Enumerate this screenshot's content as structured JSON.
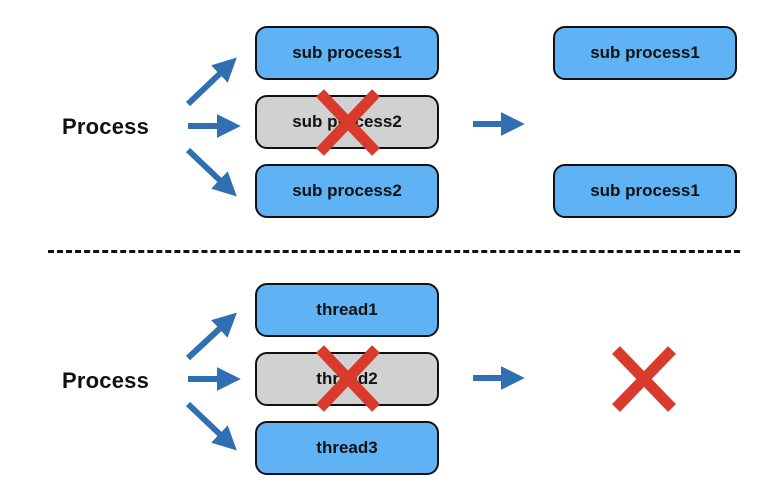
{
  "top": {
    "label": "Process",
    "children": [
      "sub process1",
      "sub process2",
      "sub process2"
    ],
    "results": [
      "sub process1",
      "sub process1"
    ]
  },
  "bottom": {
    "label": "Process",
    "children": [
      "thread1",
      "thread2",
      "thread3"
    ]
  },
  "colors": {
    "active_box": "#5fb3f5",
    "failed_box": "#d1d1d1",
    "arrow": "#2f6fb2",
    "cross": "#d83a2c"
  }
}
